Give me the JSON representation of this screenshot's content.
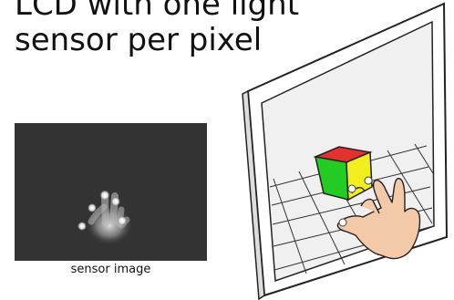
{
  "title": {
    "line1": "LCD with one light",
    "line2": "sensor per pixel"
  },
  "sensor": {
    "caption": "sensor image"
  },
  "colors": {
    "panel_bg": "#333333",
    "cube_top": "#e53030",
    "cube_left": "#22cc22",
    "cube_right": "#f2ee1e",
    "monitor_frame": "#ffffff",
    "screen_bg": "#f0f0f0",
    "hand": "#f4c9a8"
  },
  "icons": [
    "hand-icon",
    "cube-icon",
    "monitor-icon"
  ]
}
